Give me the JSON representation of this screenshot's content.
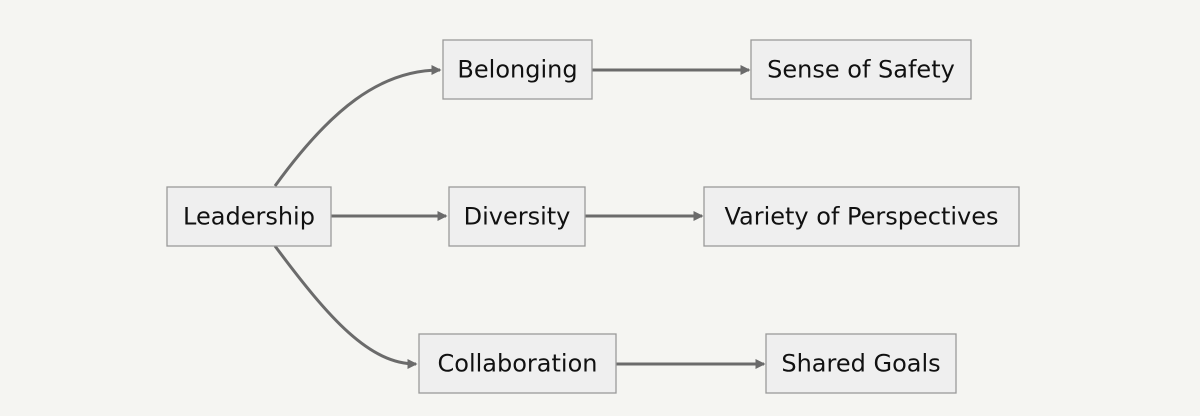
{
  "diagram": {
    "nodes": {
      "leadership": "Leadership",
      "belonging": "Belonging",
      "diversity": "Diversity",
      "collaboration": "Collaboration",
      "safety": "Sense of Safety",
      "perspectives": "Variety of Perspectives",
      "goals": "Shared Goals"
    },
    "edges": [
      {
        "from": "leadership",
        "to": "belonging"
      },
      {
        "from": "leadership",
        "to": "diversity"
      },
      {
        "from": "leadership",
        "to": "collaboration"
      },
      {
        "from": "belonging",
        "to": "safety"
      },
      {
        "from": "diversity",
        "to": "perspectives"
      },
      {
        "from": "collaboration",
        "to": "goals"
      }
    ],
    "colors": {
      "background": "#f5f5f2",
      "node_fill": "#efefef",
      "node_border": "#9a9a9a",
      "edge": "#6b6b6b",
      "text": "#111111"
    }
  }
}
